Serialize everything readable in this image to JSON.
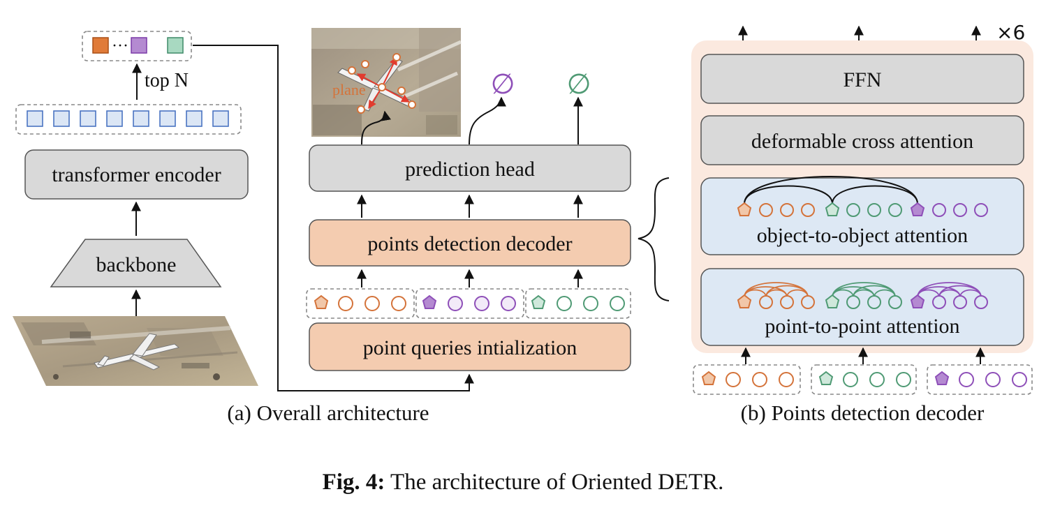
{
  "left_panel": {
    "top_n_label": "top N",
    "ellipsis": "···",
    "transformer_encoder_label": "transformer encoder",
    "backbone_label": "backbone"
  },
  "middle_panel": {
    "plane_label": "plane",
    "prediction_head_label": "prediction head",
    "points_detection_decoder_label": "points detection decoder",
    "point_queries_init_label": "point queries intialization",
    "empty_symbol": "∅"
  },
  "right_panel": {
    "repeat_label": "×6",
    "ffn_label": "FFN",
    "deformable_label": "deformable cross attention",
    "object_attention_label": "object-to-object attention",
    "point_attention_label": "point-to-point attention"
  },
  "captions": {
    "a": "(a) Overall architecture",
    "b": "(b) Points detection decoder",
    "figure_prefix": "Fig. 4:",
    "figure_text": " The architecture of Oriented DETR."
  },
  "colors": {
    "orange": "#d4733a",
    "orange_fill": "#f1c7a9",
    "purple": "#8e4fb8",
    "purple_fill": "#b48ad1",
    "green": "#4f9a74",
    "green_fill": "#cfe8db",
    "blue": "#4a74c2",
    "blue_fill": "#dbe6f5",
    "gray_box": "#d9d9d9",
    "peach_box": "#f4ccb0",
    "peach_panel": "#fbe9df",
    "attn_box": "#dde8f4"
  }
}
